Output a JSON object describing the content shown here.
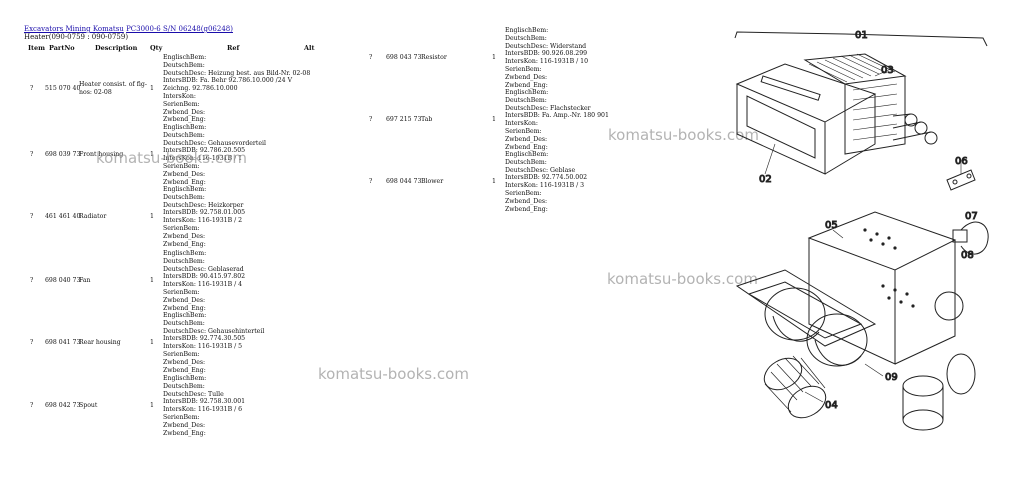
{
  "breadcrumb": {
    "links": [
      "Excavators Mining Komatsu",
      "PC3000-6 S/N 06248(g06248)"
    ]
  },
  "subtitle": "Heater(090-0759 : 090-0759)",
  "headers": {
    "item": "Item",
    "partno": "PartNo",
    "desc": "Description",
    "qty": "Qty",
    "ref": "Ref",
    "alt": "Alt"
  },
  "rows": [
    {
      "item": "?",
      "partno": "515 070 40",
      "desc": "Heater consist. of fig-\nnos: 02-08",
      "qty": "1",
      "ref": [
        "EnglischBem:",
        "DeutschBem:",
        "DeutschDesc: Heizung best. aus Bild-Nr. 02-08",
        "IntersBDB: Fa. Behr 92.786.10.000 /24 V",
        "Zeichng. 92.786.10.000",
        "IntersKon:",
        "SerienBem:",
        "Zwbend_Des:",
        "Zwbend_Eng:"
      ]
    },
    {
      "item": "?",
      "partno": "698 039 73",
      "desc": "Front housing",
      "qty": "1",
      "ref": [
        "EnglischBem:",
        "DeutschBem:",
        "DeutschDesc: Gehausevorderteil",
        "IntersBDB: 92.786.20.505",
        "IntersKon: 116-1931B / 1",
        "SerienBem:",
        "Zwbend_Des:",
        "Zwbend_Eng:"
      ]
    },
    {
      "item": "?",
      "partno": "461 461 40",
      "desc": "Radiator",
      "qty": "1",
      "ref": [
        "EnglischBem:",
        "DeutschBem:",
        "DeutschDesc: Heizkorper",
        "IntersBDB: 92.758.01.005",
        "IntersKon: 116-1931B / 2",
        "SerienBem:",
        "Zwbend_Des:",
        "Zwbend_Eng:"
      ]
    },
    {
      "item": "?",
      "partno": "698 040 73",
      "desc": "Fan",
      "qty": "1",
      "ref": [
        "EnglischBem:",
        "DeutschBem:",
        "DeutschDesc: Geblaserad",
        "IntersBDB: 90.415.97.802",
        "IntersKon: 116-1931B / 4",
        "SerienBem:",
        "Zwbend_Des:",
        "Zwbend_Eng:"
      ]
    },
    {
      "item": "?",
      "partno": "698 041 73",
      "desc": "Rear housing",
      "qty": "1",
      "ref": [
        "EnglischBem:",
        "DeutschBem:",
        "DeutschDesc: Gehausehinterteil",
        "IntersBDB: 92.774.30.505",
        "IntersKon: 116-1931B / 5",
        "SerienBem:",
        "Zwbend_Des:",
        "Zwbend_Eng:"
      ]
    },
    {
      "item": "?",
      "partno": "698 042 73",
      "desc": "Spout",
      "qty": "1",
      "ref": [
        "EnglischBem:",
        "DeutschBem:",
        "DeutschDesc: Tulle",
        "IntersBDB: 92.758.30.001",
        "IntersKon: 116-1931B / 6",
        "SerienBem:",
        "Zwbend_Des:",
        "Zwbend_Eng:"
      ]
    }
  ],
  "rows_right": [
    {
      "item": "?",
      "partno": "698 043 73",
      "desc": "Resistor",
      "qty": "1",
      "ref": [
        "EnglischBem:",
        "DeutschBem:",
        "DeutschDesc: Widerstand",
        "IntersBDB: 90.926.08.299",
        "IntersKon: 116-1931B / 10",
        "SerienBem:",
        "Zwbend_Des:",
        "Zwbend_Eng:"
      ]
    },
    {
      "item": "?",
      "partno": "697 215 73",
      "desc": "Tab",
      "qty": "1",
      "ref": [
        "EnglischBem:",
        "DeutschBem:",
        "DeutschDesc: Flachstecker",
        "IntersBDB: Fa. Amp.-Nr. 180 901",
        "IntersKon:",
        "SerienBem:",
        "Zwbend_Des:",
        "Zwbend_Eng:"
      ]
    },
    {
      "item": "?",
      "partno": "698 044 73",
      "desc": "Blower",
      "qty": "1",
      "ref": [
        "EnglischBem:",
        "DeutschBem:",
        "DeutschDesc: Geblase",
        "IntersBDB: 92.774.50.002",
        "IntersKon: 116-1931B / 3",
        "SerienBem:",
        "Zwbend_Des:",
        "Zwbend_Eng:"
      ]
    }
  ],
  "watermark": "komatsu-books.com",
  "diagram_labels": [
    "01",
    "02",
    "03",
    "04",
    "05",
    "06",
    "07",
    "08",
    "09"
  ]
}
